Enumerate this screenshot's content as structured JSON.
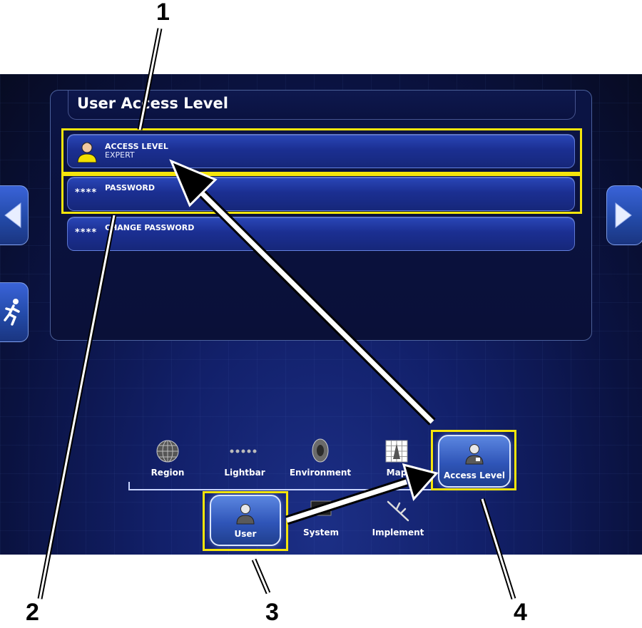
{
  "callouts": [
    "1",
    "2",
    "3",
    "4"
  ],
  "panel": {
    "title": "User Access Level",
    "rows": [
      {
        "label": "ACCESS LEVEL",
        "value": "EXPERT",
        "icon": "user-yellow-icon"
      },
      {
        "label": "PASSWORD",
        "mask": "****"
      },
      {
        "label": "CHANGE PASSWORD",
        "mask": "****"
      }
    ]
  },
  "nav": {
    "left_arrow_icon": "triangle-left-icon",
    "right_arrow_icon": "triangle-right-icon",
    "exit_icon": "running-man-icon"
  },
  "settings_row": [
    {
      "label": "Region",
      "icon": "globe-icon"
    },
    {
      "label": "Lightbar",
      "icon": "dots-icon"
    },
    {
      "label": "Environment",
      "icon": "speaker-icon"
    },
    {
      "label": "Map",
      "icon": "map-grid-icon"
    },
    {
      "label": "Access Level",
      "icon": "user-badge-icon",
      "selected": true
    }
  ],
  "category_row": [
    {
      "label": "User",
      "icon": "user-icon",
      "selected": true
    },
    {
      "label": "System",
      "icon": "display-icon"
    },
    {
      "label": "Implement",
      "icon": "implement-icon"
    }
  ],
  "colors": {
    "highlight": "#f5e50c",
    "row_blue": "#1b2f92",
    "background": "#0a1240"
  }
}
